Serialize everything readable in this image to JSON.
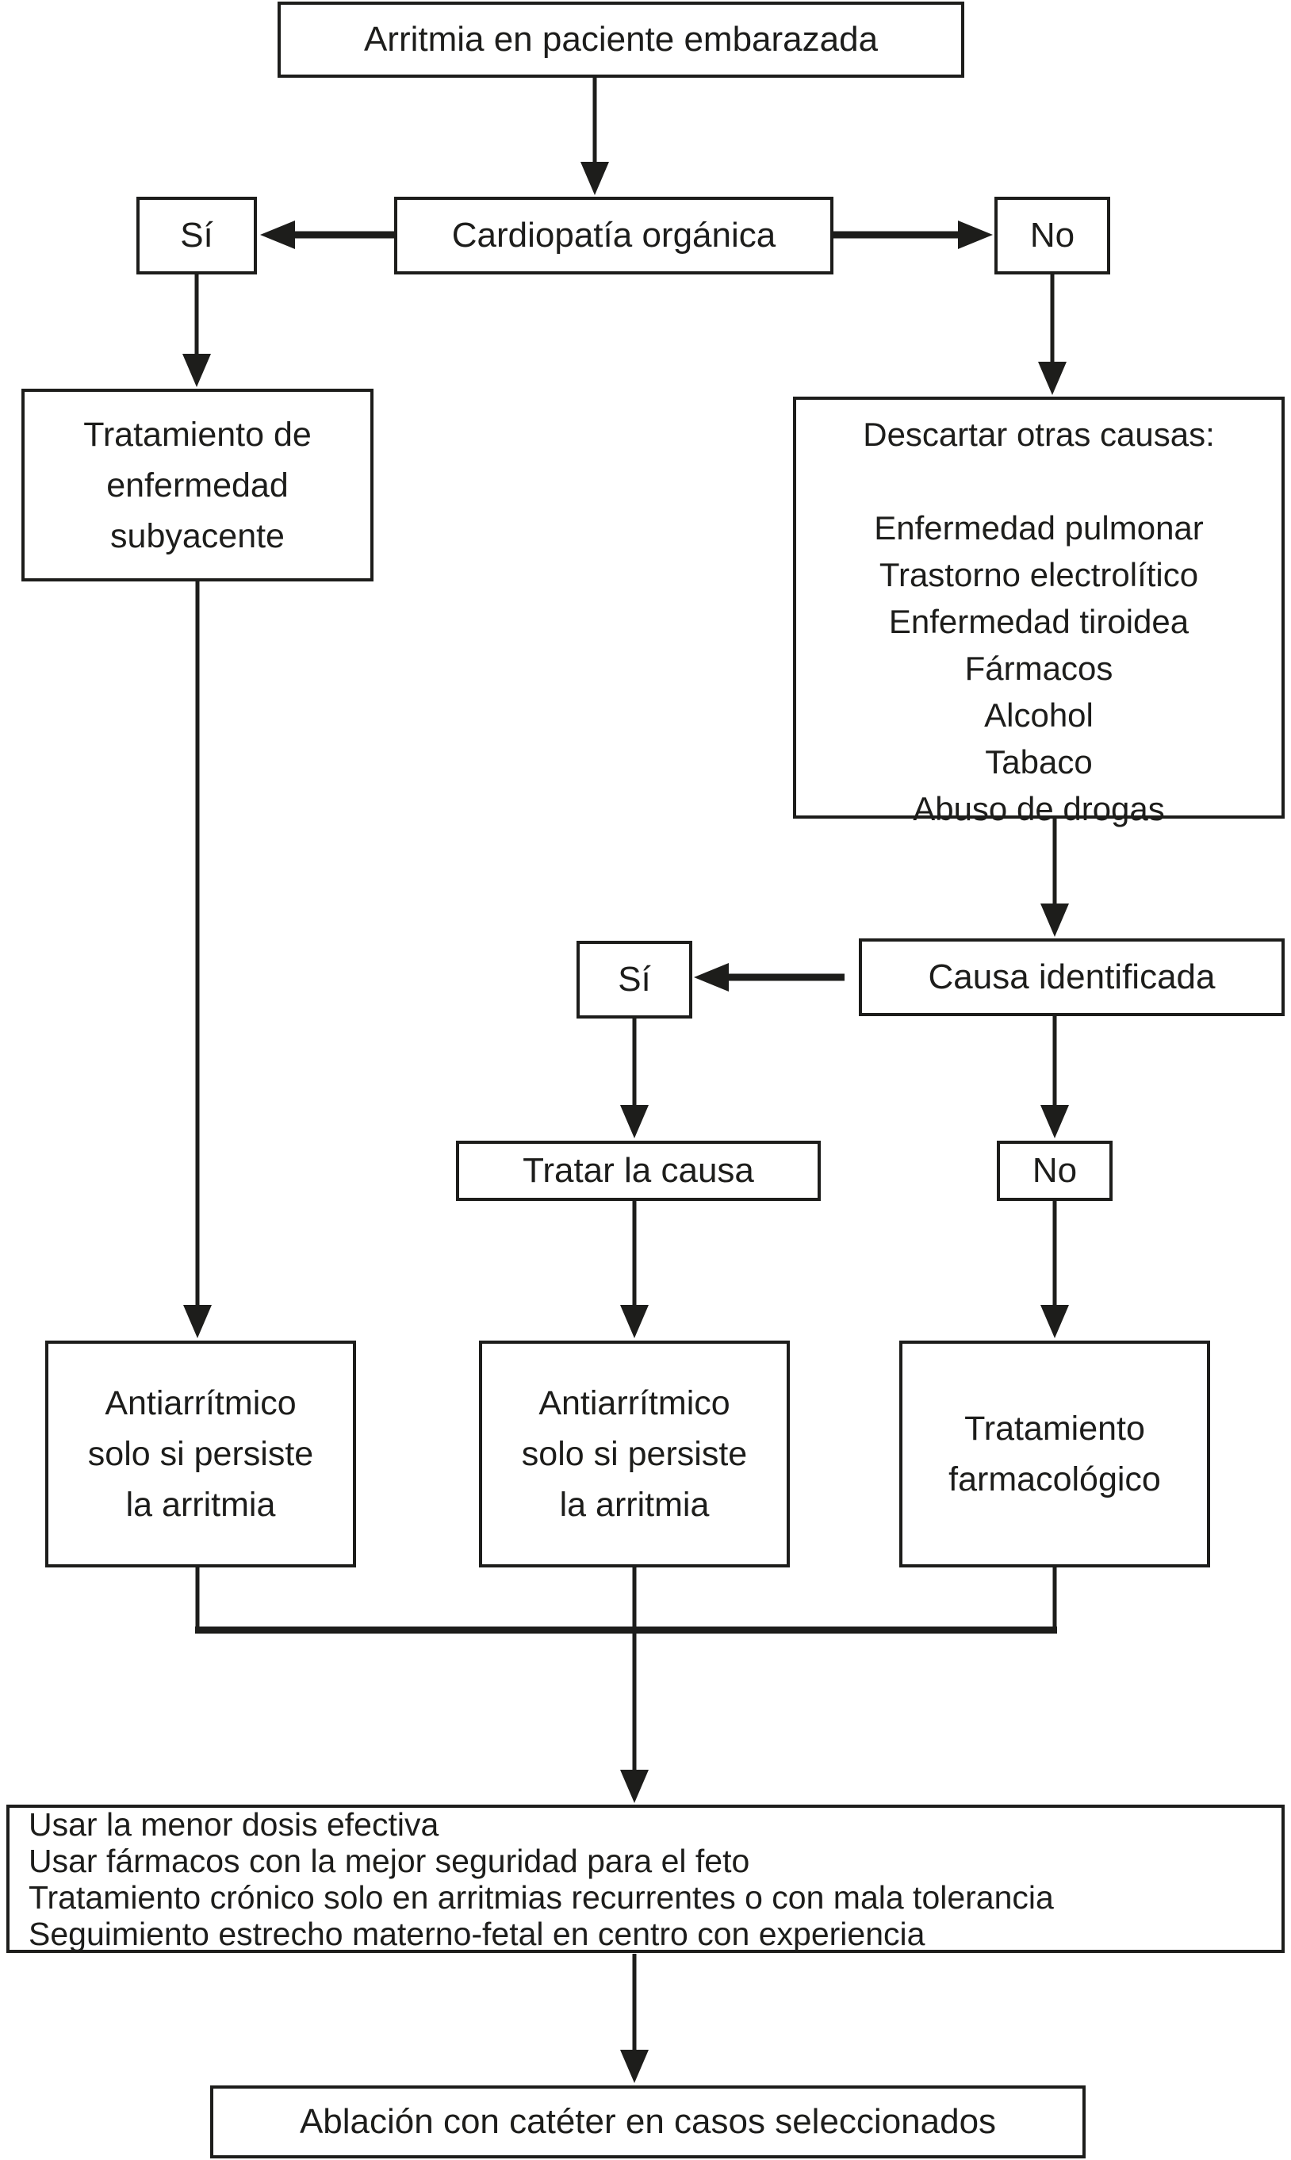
{
  "theme": {
    "ink": "#1d1d1b",
    "paper": "#ffffff"
  },
  "diagram": {
    "language": "es",
    "nodes": {
      "arritmia": {
        "label": "Arritmia en paciente embarazada"
      },
      "cardiopatia": {
        "label": "Cardiopatía orgánica"
      },
      "si_cardiopatia": {
        "label": "Sí"
      },
      "no_cardiopatia": {
        "label": "No"
      },
      "tratamiento_enfermedad": {
        "lines": [
          "Tratamiento de",
          "enfermedad",
          "subyacente"
        ]
      },
      "descartar": {
        "title": "Descartar otras causas:",
        "items": [
          "Enfermedad pulmonar",
          "Trastorno electrolítico",
          "Enfermedad tiroidea",
          "Fármacos",
          "Alcohol",
          "Tabaco",
          "Abuso de drogas"
        ]
      },
      "causa_identificada": {
        "label": "Causa identificada"
      },
      "si_causa": {
        "label": "Sí"
      },
      "tratar_causa": {
        "label": "Tratar la causa"
      },
      "no_causa": {
        "label": "No"
      },
      "antiarritmico_izquierda": {
        "lines": [
          "Antiarrítmico",
          "solo si persiste",
          "la arritmia"
        ]
      },
      "antiarritmico_centro": {
        "lines": [
          "Antiarrítmico",
          "solo si persiste",
          "la arritmia"
        ]
      },
      "tratamiento_farmacologico": {
        "lines": [
          "Tratamiento",
          "farmacológico"
        ]
      },
      "recomendaciones": {
        "lines": [
          "Usar la menor dosis efectiva",
          "Usar fármacos con la mejor seguridad para el feto",
          "Tratamiento crónico solo en arritmias recurrentes o con mala tolerancia",
          "Seguimiento estrecho materno-fetal en centro con experiencia"
        ]
      },
      "ablacion": {
        "label": "Ablación con catéter en casos seleccionados"
      }
    }
  }
}
